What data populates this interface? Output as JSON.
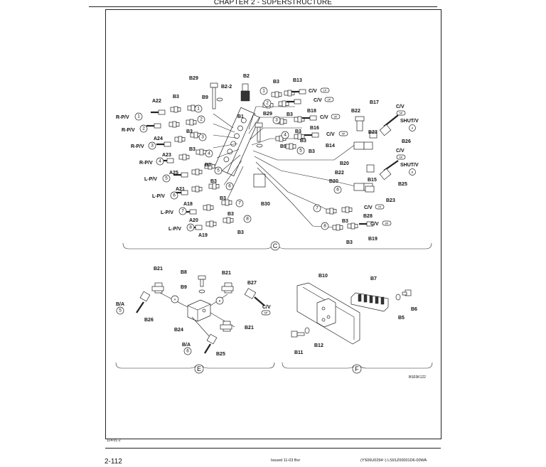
{
  "header": {
    "chapter_title": "CHAPTER 2 - SUPERSTRUCTURE"
  },
  "footer": {
    "doc_code": "114-01-2",
    "page_number": "2-112",
    "issue": "Issued 11-03   Bvr",
    "serial_ref": "(YS06U0294~)   LS91Z00001D6-00WA"
  },
  "figure_code": "BS03K122",
  "sections": {
    "c": "C",
    "e": "E",
    "f": "F"
  },
  "section_c": {
    "manifold_labels": {
      "b29": "B29",
      "b2": "B2",
      "b2_2": "B2-2",
      "b9": "B9",
      "b1": "B1",
      "b29b": "B29",
      "b9b": "B9",
      "b30": "B30"
    },
    "pilot_ports": [
      {
        "text": "R-P/V",
        "num": "1"
      },
      {
        "text": "R-P/V",
        "num": "2"
      },
      {
        "text": "R-P/V",
        "num": "3"
      },
      {
        "text": "R-P/V",
        "num": "4"
      },
      {
        "text": "L-P/V",
        "num": "5"
      },
      {
        "text": "L-P/V",
        "num": "6"
      },
      {
        "text": "L-P/V",
        "num": "7"
      },
      {
        "text": "L-P/V",
        "num": "8"
      }
    ],
    "hose_labels": {
      "a22": "A22",
      "a24": "A24",
      "a23": "A23",
      "a25": "A25",
      "a21": "A21",
      "a18": "A18",
      "a20": "A20",
      "a19": "A19"
    },
    "b3_left": [
      "B3",
      "B3",
      "B3",
      "B3",
      "B3",
      "B3",
      "B3",
      "B3"
    ],
    "center_nums": [
      "1",
      "2",
      "3",
      "4",
      "5",
      "6",
      "7",
      "8"
    ],
    "right_nums": [
      "1",
      "2",
      "3",
      "4",
      "5",
      "6",
      "7",
      "8"
    ],
    "right_labels": {
      "b3a": "B3",
      "b13": "B13",
      "cv1": "C/V",
      "pill1": "1P",
      "cv2": "C/V",
      "pill2": "2P",
      "b3b": "B3",
      "b18": "B18",
      "cv3": "C/V",
      "pill3": "3P",
      "b3c": "B3",
      "b16": "B16",
      "cv4": "C/V",
      "pill4": "4P",
      "b3d": "B3",
      "b14": "B14",
      "b3e": "B3",
      "b22": "B22",
      "b17": "B17",
      "cv5": "C/V",
      "pill5": "5P",
      "shut_a": "SHUT/V",
      "circle_a": "A",
      "b23": "B23",
      "b26": "B26",
      "b20": "B20",
      "cv6": "C/V",
      "pill6": "6P",
      "shut_b": "SHUT/V",
      "circle_b": "B",
      "b22b": "B22",
      "b15": "B15",
      "b25": "B25",
      "b20b": "B20",
      "b23b": "B23",
      "cv7": "C/V",
      "pill7": "7P",
      "b28": "B28",
      "b3f": "B3",
      "cv8": "C/V",
      "pill8": "8P",
      "b3g": "B3",
      "b19": "B19"
    }
  },
  "section_e": {
    "b21a": "B21",
    "b8": "B8",
    "b21b": "B21",
    "b9": "B9",
    "b27": "B27",
    "ba5_text": "B/A",
    "ba5_num": "5",
    "circle_a": "A",
    "circle_b": "B",
    "cv": "C/V",
    "pill": "5P",
    "b26": "B26",
    "b24": "B24",
    "b21c": "B21",
    "ba6_text": "B/A",
    "ba6_num": "6",
    "b25": "B25"
  },
  "section_f": {
    "b10": "B10",
    "b7": "B7",
    "b5": "B5",
    "b6": "B6",
    "b11": "B11",
    "b12": "B12"
  }
}
